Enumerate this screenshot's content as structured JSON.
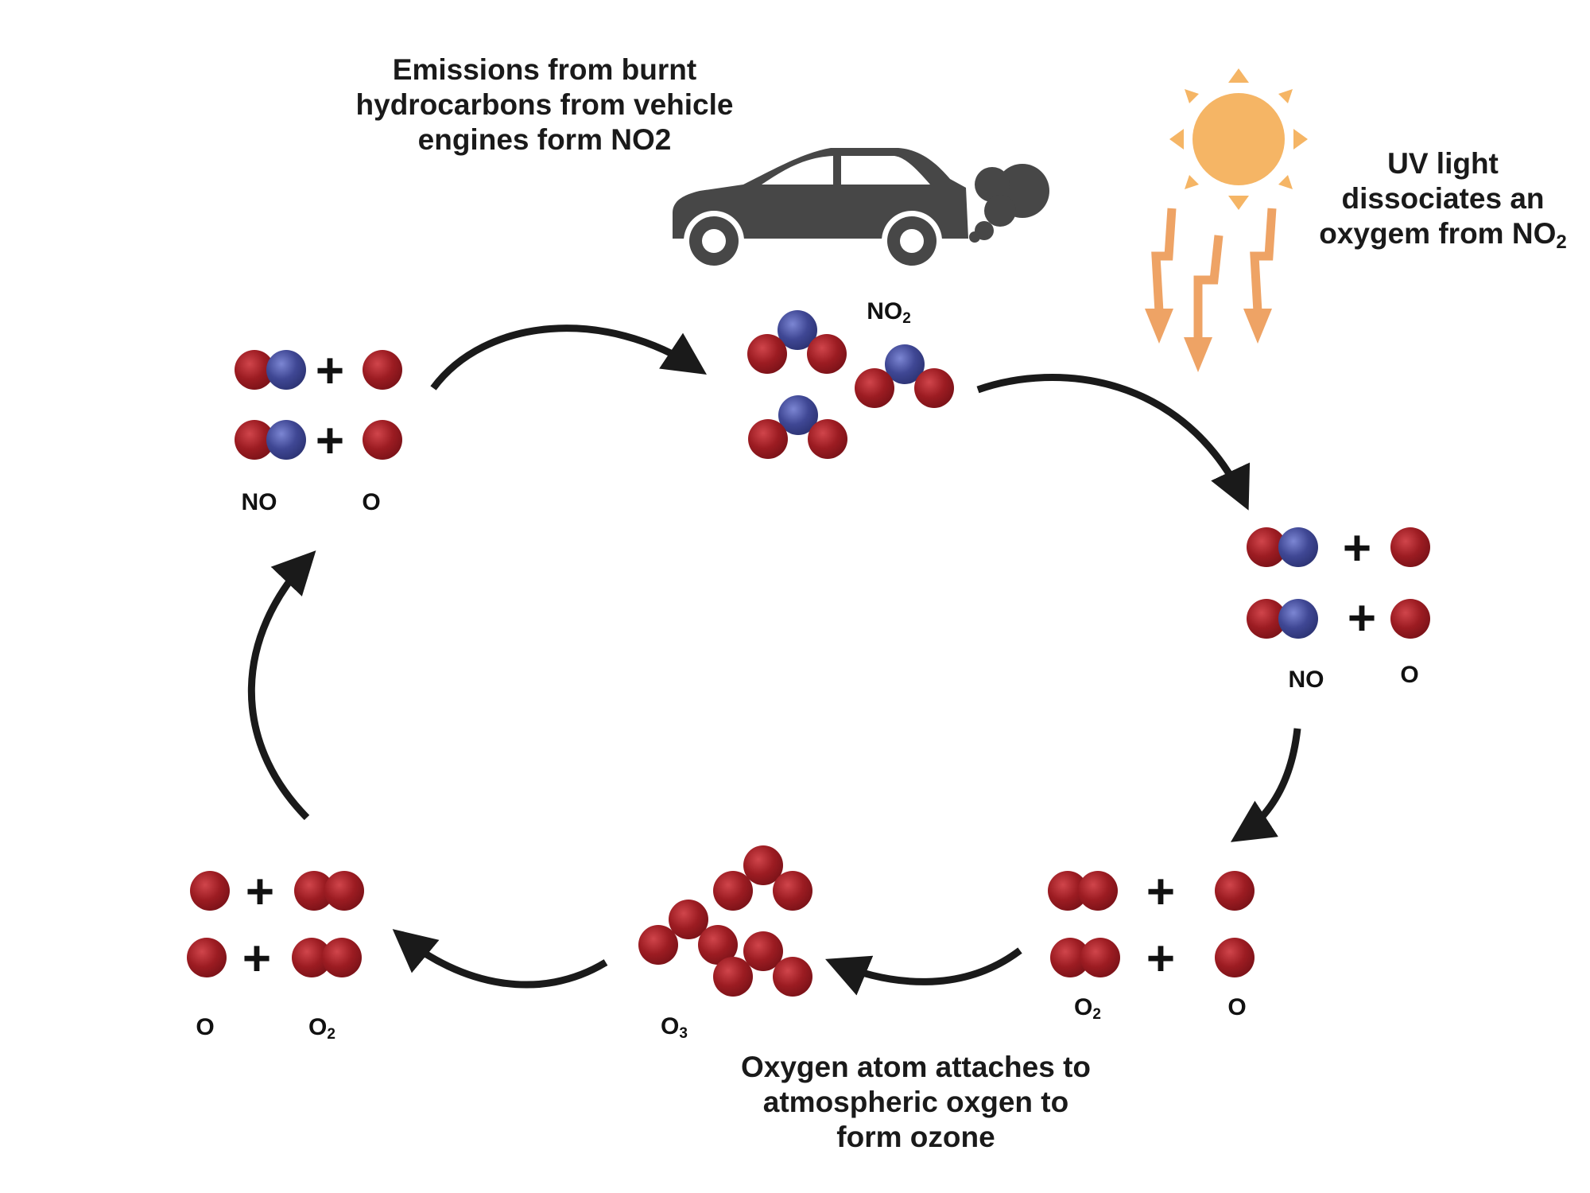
{
  "colors": {
    "oxygen": "#9c1c22",
    "oxygen_highlight": "#d0454b",
    "nitrogen": "#3f4794",
    "nitrogen_highlight": "#7c86d3",
    "arrow": "#1a1a1a",
    "car": "#474747",
    "sun": "#f5b565",
    "uv_ray": "#eea365"
  },
  "captions": {
    "emissions": "Emissions from burnt hydrocarbons from vehicle engines form NO2",
    "uv": "UV light dissociates an oxygem from NO",
    "ozone": "Oxygen atom attaches to atmospheric oxgen to form ozone"
  },
  "labels": {
    "top_left_no": "NO",
    "top_left_o": "O",
    "top_no2": "NO",
    "right_no": "NO",
    "right_o": "O",
    "lower_right_o2": "O",
    "lower_right_o": "O",
    "bottom_o3": "O",
    "lower_left_o": "O",
    "lower_left_o2": "O"
  },
  "subscripts": {
    "two": "2",
    "three": "3"
  },
  "symbols": {
    "plus": "+"
  },
  "icons": [
    "car-icon",
    "exhaust-smoke-icon",
    "sun-icon",
    "uv-ray-icon",
    "cycle-arrow-icon"
  ]
}
